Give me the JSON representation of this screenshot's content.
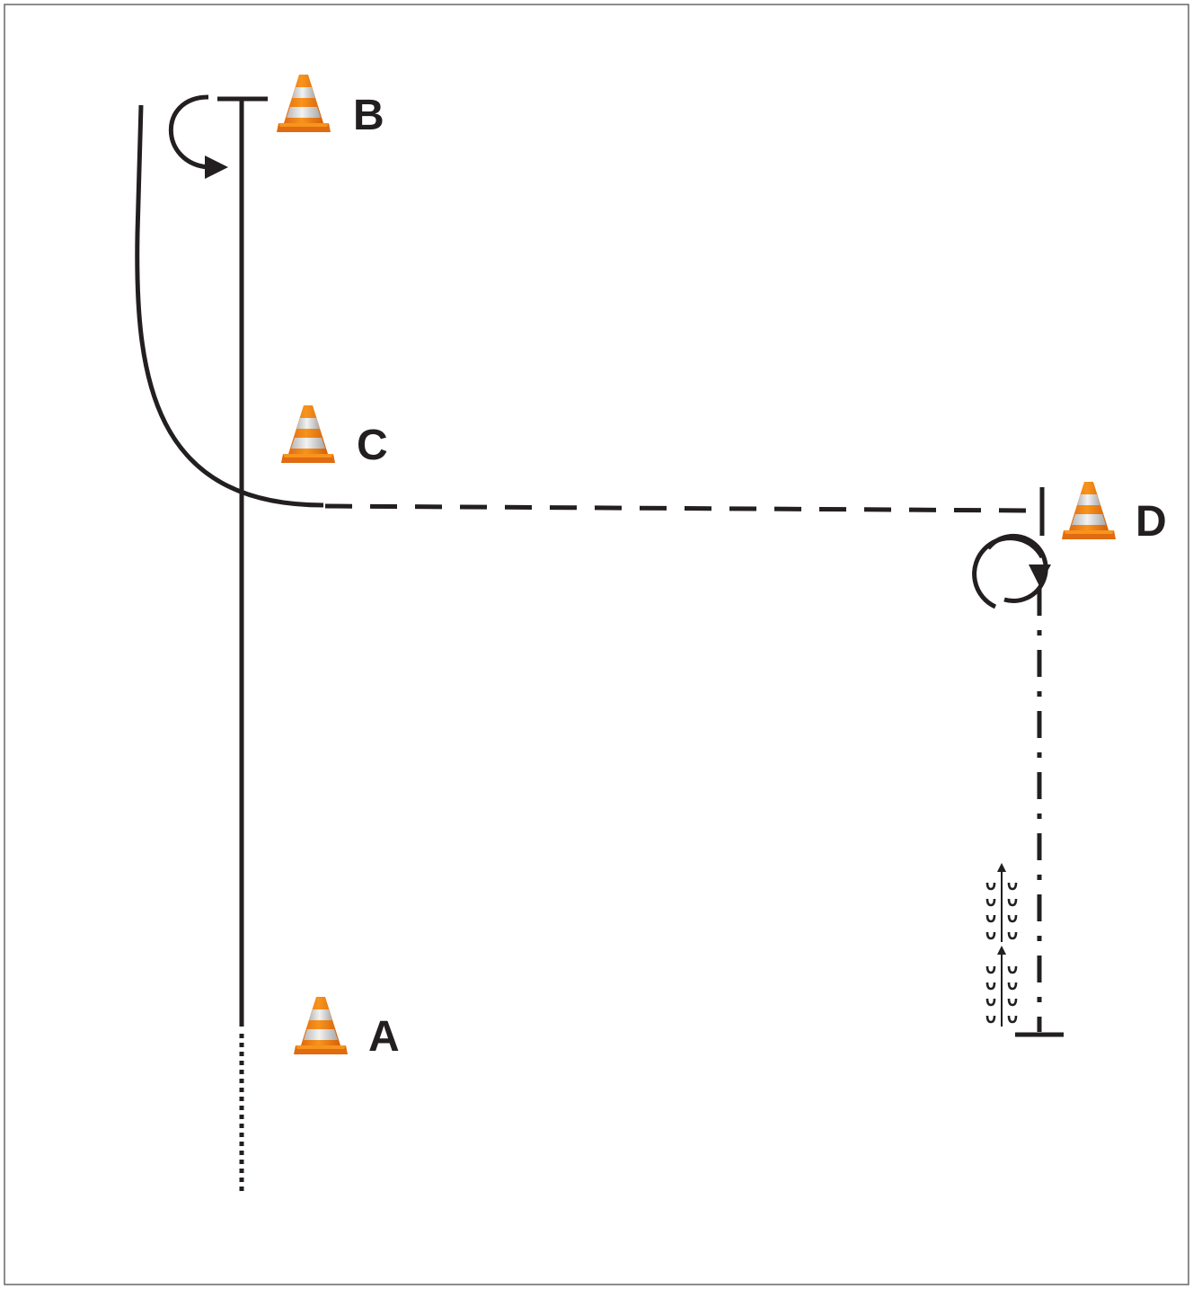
{
  "diagram": {
    "cones": [
      {
        "id": "B",
        "label": "B"
      },
      {
        "id": "C",
        "label": "C"
      },
      {
        "id": "D",
        "label": "D"
      },
      {
        "id": "A",
        "label": "A"
      }
    ],
    "colors": {
      "line": "#231f20",
      "cone_orange": "#f7941d",
      "cone_orange_dark": "#e06b10",
      "cone_stripe": "#d9d9d9",
      "frame": "#555555",
      "background": "#ffffff"
    },
    "icons": [
      "traffic-cone-icon",
      "turn-arrow-icon",
      "spin-circle-icon",
      "footsteps-icon"
    ]
  }
}
